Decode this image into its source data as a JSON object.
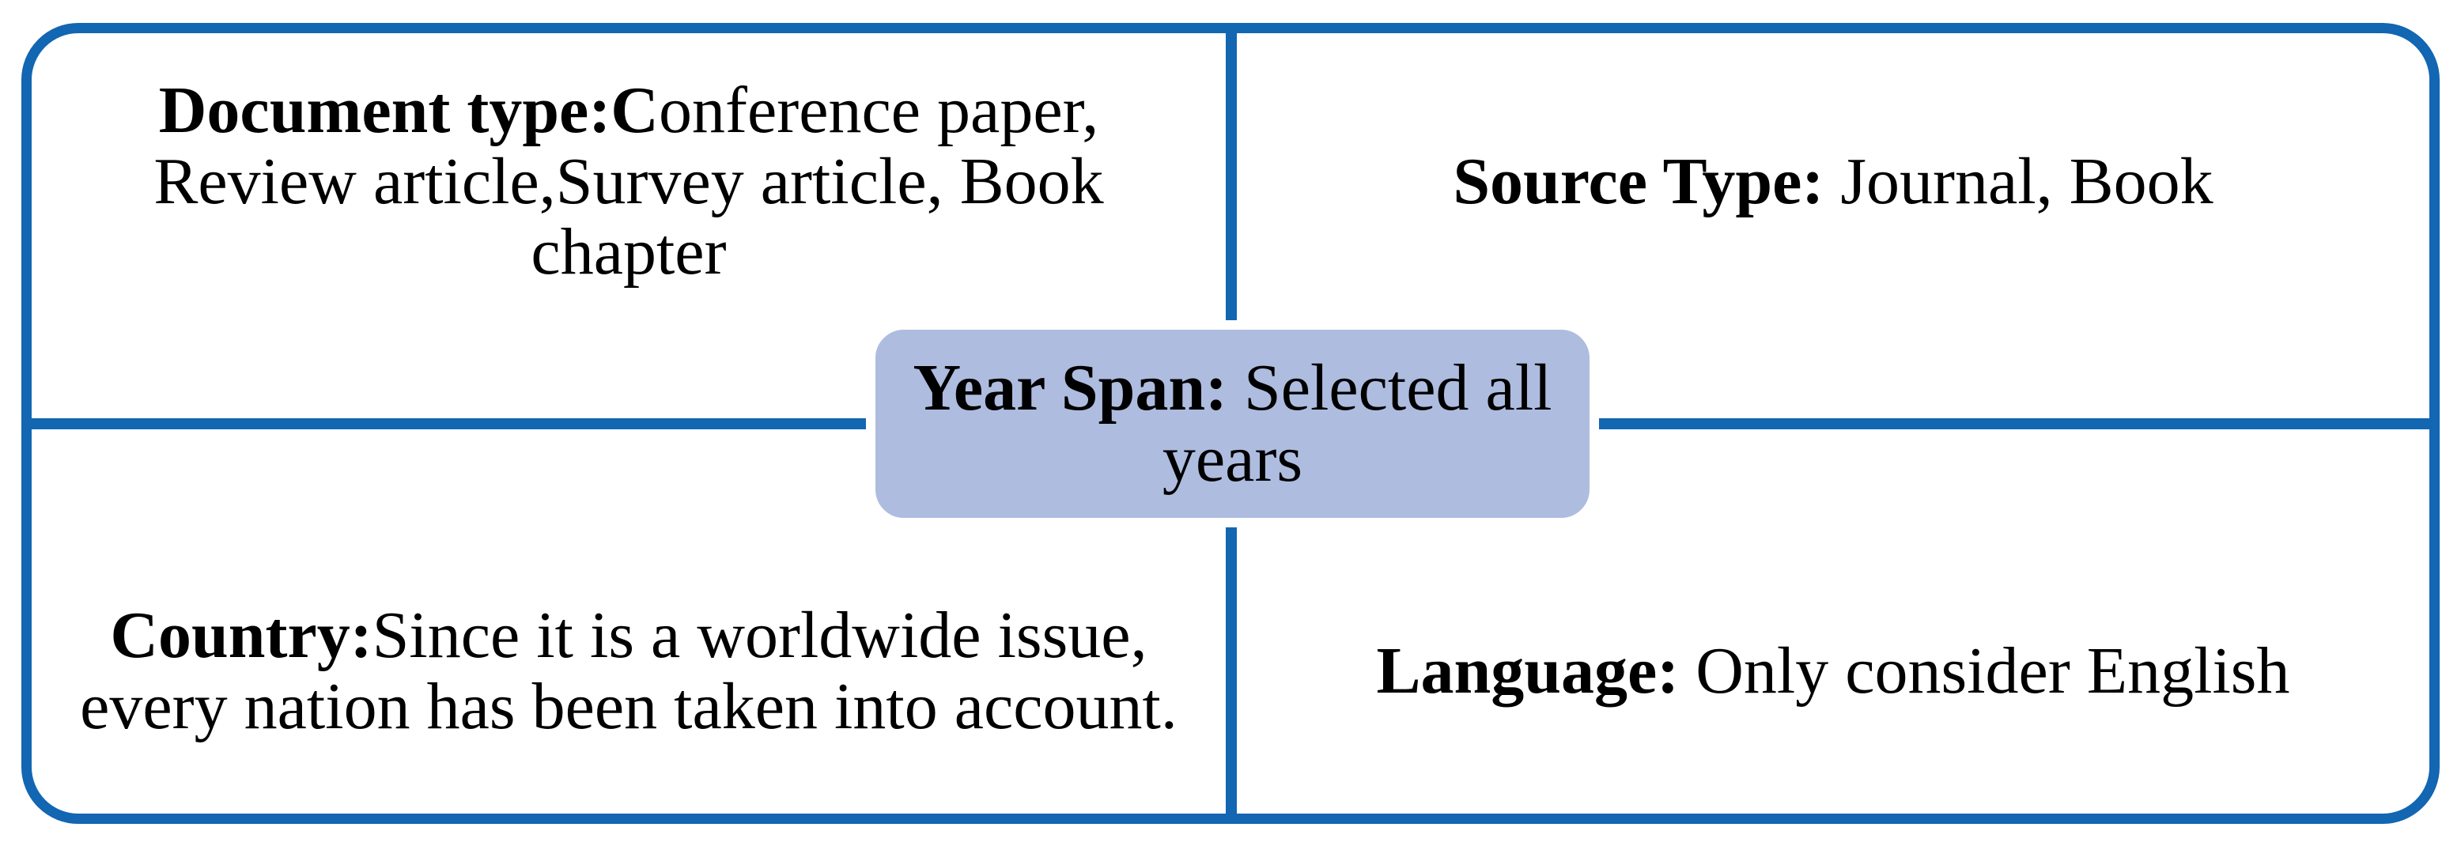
{
  "colors": {
    "frame_blue": "#1266b2",
    "center_box_fill": "#aebcdf",
    "text": "#000000",
    "background": "#ffffff"
  },
  "quadrants": {
    "top_left": {
      "bold": "Document type:C",
      "regular": "onference paper,\nReview article,Survey article, Book\nchapter"
    },
    "top_right": {
      "bold": "Source Type:",
      "regular": " Journal, Book"
    },
    "bottom_left": {
      "bold": "Country:",
      "regular": "Since it is a worldwide issue,\nevery nation has been taken into account."
    },
    "bottom_right": {
      "bold": "Language:",
      "regular": " Only consider English"
    }
  },
  "center_box": {
    "bold": "Year Span:",
    "regular": " Selected all\nyears"
  }
}
